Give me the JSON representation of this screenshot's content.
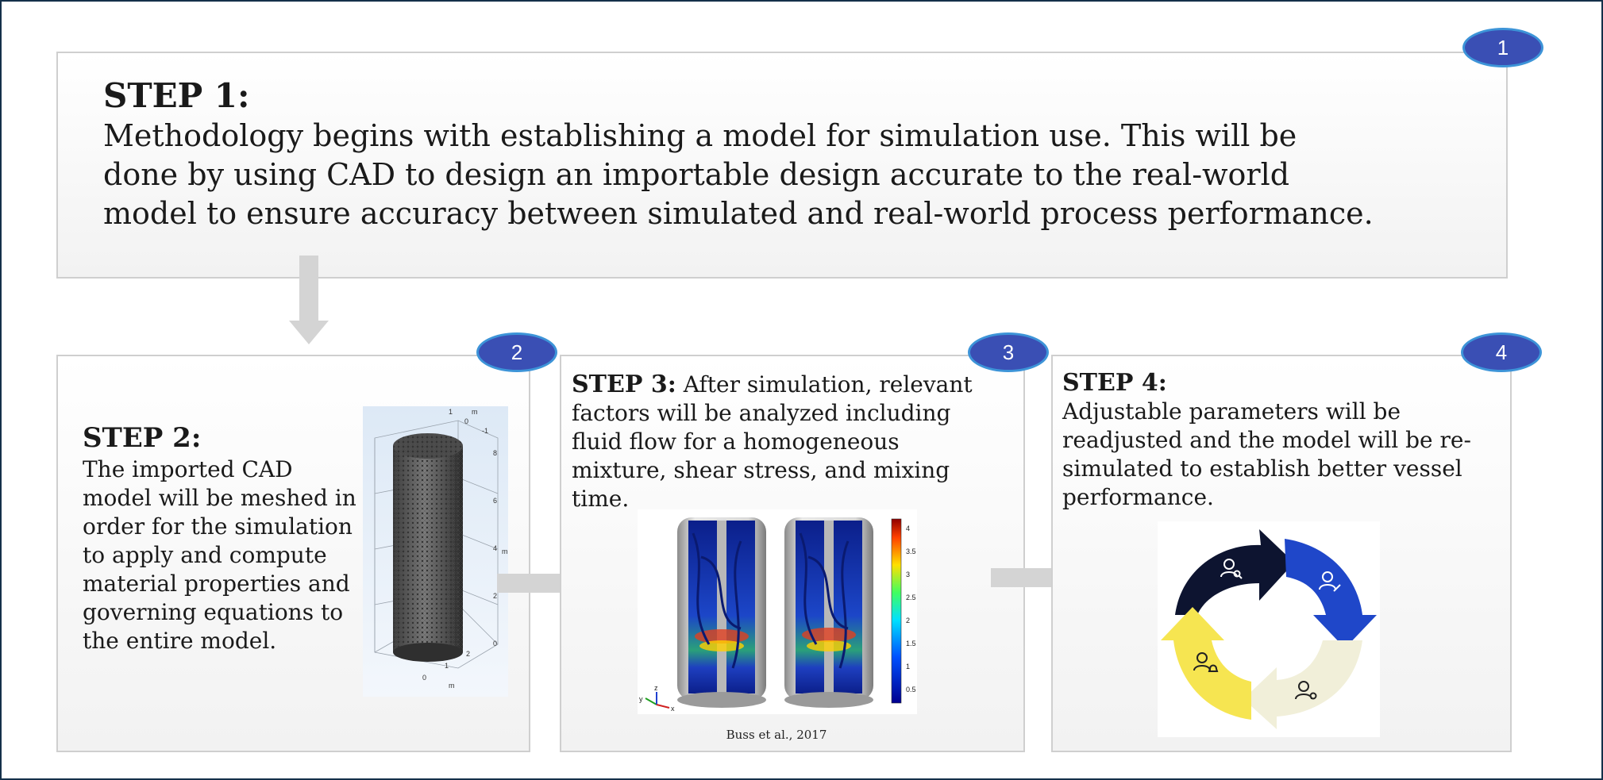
{
  "steps": [
    {
      "badge": "1",
      "heading": "STEP 1:",
      "text": "Methodology begins with establishing a model for simulation use. This will be done by using CAD to design an importable design accurate to the real-world model to ensure accuracy between simulated and real-world process performance."
    },
    {
      "badge": "2",
      "heading": "STEP 2:",
      "text": "The imported CAD model will be meshed in order for the simulation to apply and compute material properties and governing equations to the entire model."
    },
    {
      "badge": "3",
      "heading": "STEP 3:",
      "text": " After simulation, relevant factors will be analyzed including fluid flow for a homogeneous mixture, shear stress, and mixing time."
    },
    {
      "badge": "4",
      "heading": "STEP 4:",
      "text": "Adjustable parameters will be readjusted and the model will be re-simulated to establish better vessel performance."
    }
  ],
  "mesh_figure": {
    "top_ticks": [
      "1",
      "m",
      "0",
      "-1"
    ],
    "z_ticks": [
      "8",
      "6",
      "4",
      "2",
      "0"
    ],
    "z_unit": "m",
    "bottom_ticks": [
      "0",
      "1",
      "2"
    ],
    "bottom_unit": "m"
  },
  "cfd_figure": {
    "colorbar_ticks": [
      "4",
      "3.5",
      "3",
      "2.5",
      "2",
      "1.5",
      "1",
      "0.5"
    ],
    "axis_letters": [
      "y",
      "z",
      "x"
    ],
    "caption": "Buss et al., 2017"
  },
  "cycle_figure": {
    "segments": [
      {
        "color": "#0d1430",
        "icon": "user-search-icon"
      },
      {
        "color": "#1f47c9",
        "icon": "user-edit-icon"
      },
      {
        "color": "#f1efd9",
        "icon": "user-settings-icon"
      },
      {
        "color": "#f6e551",
        "icon": "user-notification-icon"
      }
    ]
  }
}
